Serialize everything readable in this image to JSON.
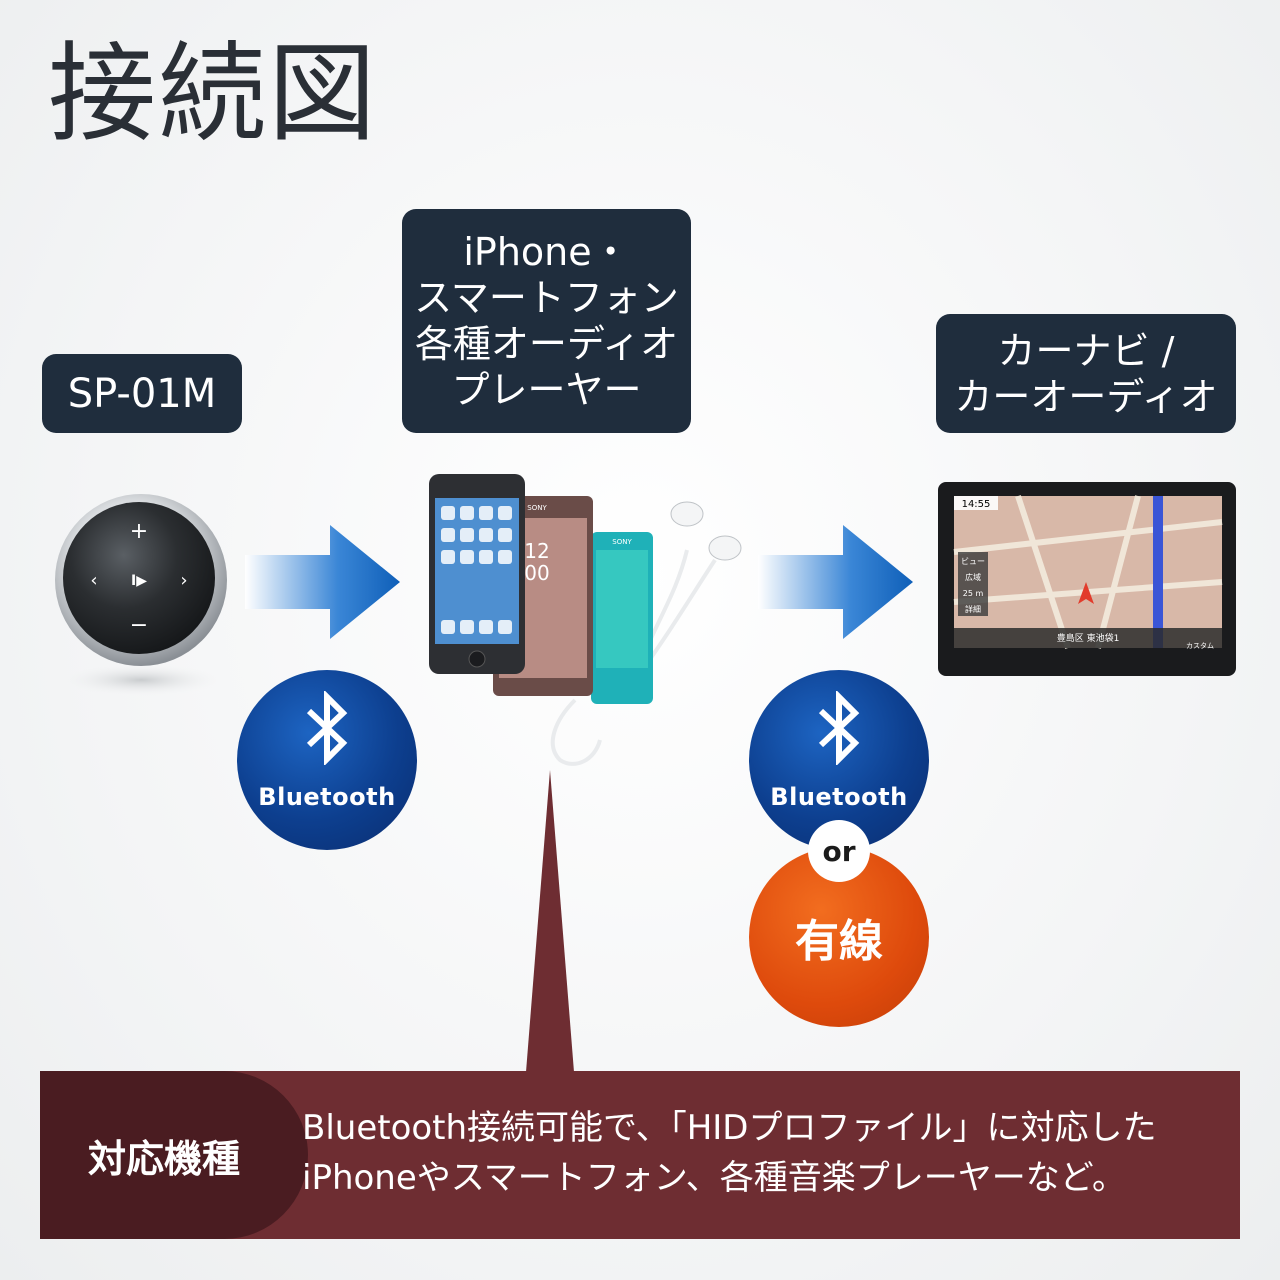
{
  "title": "接続図",
  "labels": {
    "remote": "SP-01M",
    "phone": [
      "iPhone・",
      "スマートフォン",
      "各種オーディオ",
      "プレーヤー"
    ],
    "car": [
      "カーナビ /",
      "カーオーディオ"
    ]
  },
  "connections": {
    "left": {
      "icon": "bluetooth-icon",
      "text": "Bluetooth"
    },
    "right": {
      "icon": "bluetooth-icon",
      "text": "Bluetooth",
      "or": "or",
      "alt": "有線"
    }
  },
  "devices": {
    "phone_time": "12\n00",
    "nav_time": "14:55",
    "nav_labels": [
      "ビュー",
      "広域",
      "25 m",
      "詳細",
      "豊島区 東池袋1",
      "カスタム"
    ]
  },
  "info": {
    "tag": "対応機種",
    "lines": [
      "Bluetooth接続可能で、「HIDプロファイル」に対応した",
      "iPhoneやスマートフォン、各種音楽プレーヤーなど。"
    ]
  },
  "colors": {
    "label_bg": "#1f2d3d",
    "bluetooth": "#0d3f8f",
    "wired": "#de4a0c",
    "info_bar": "#6e2d32",
    "info_tag": "#4a1c21",
    "arrow": "#0f5fb8"
  }
}
